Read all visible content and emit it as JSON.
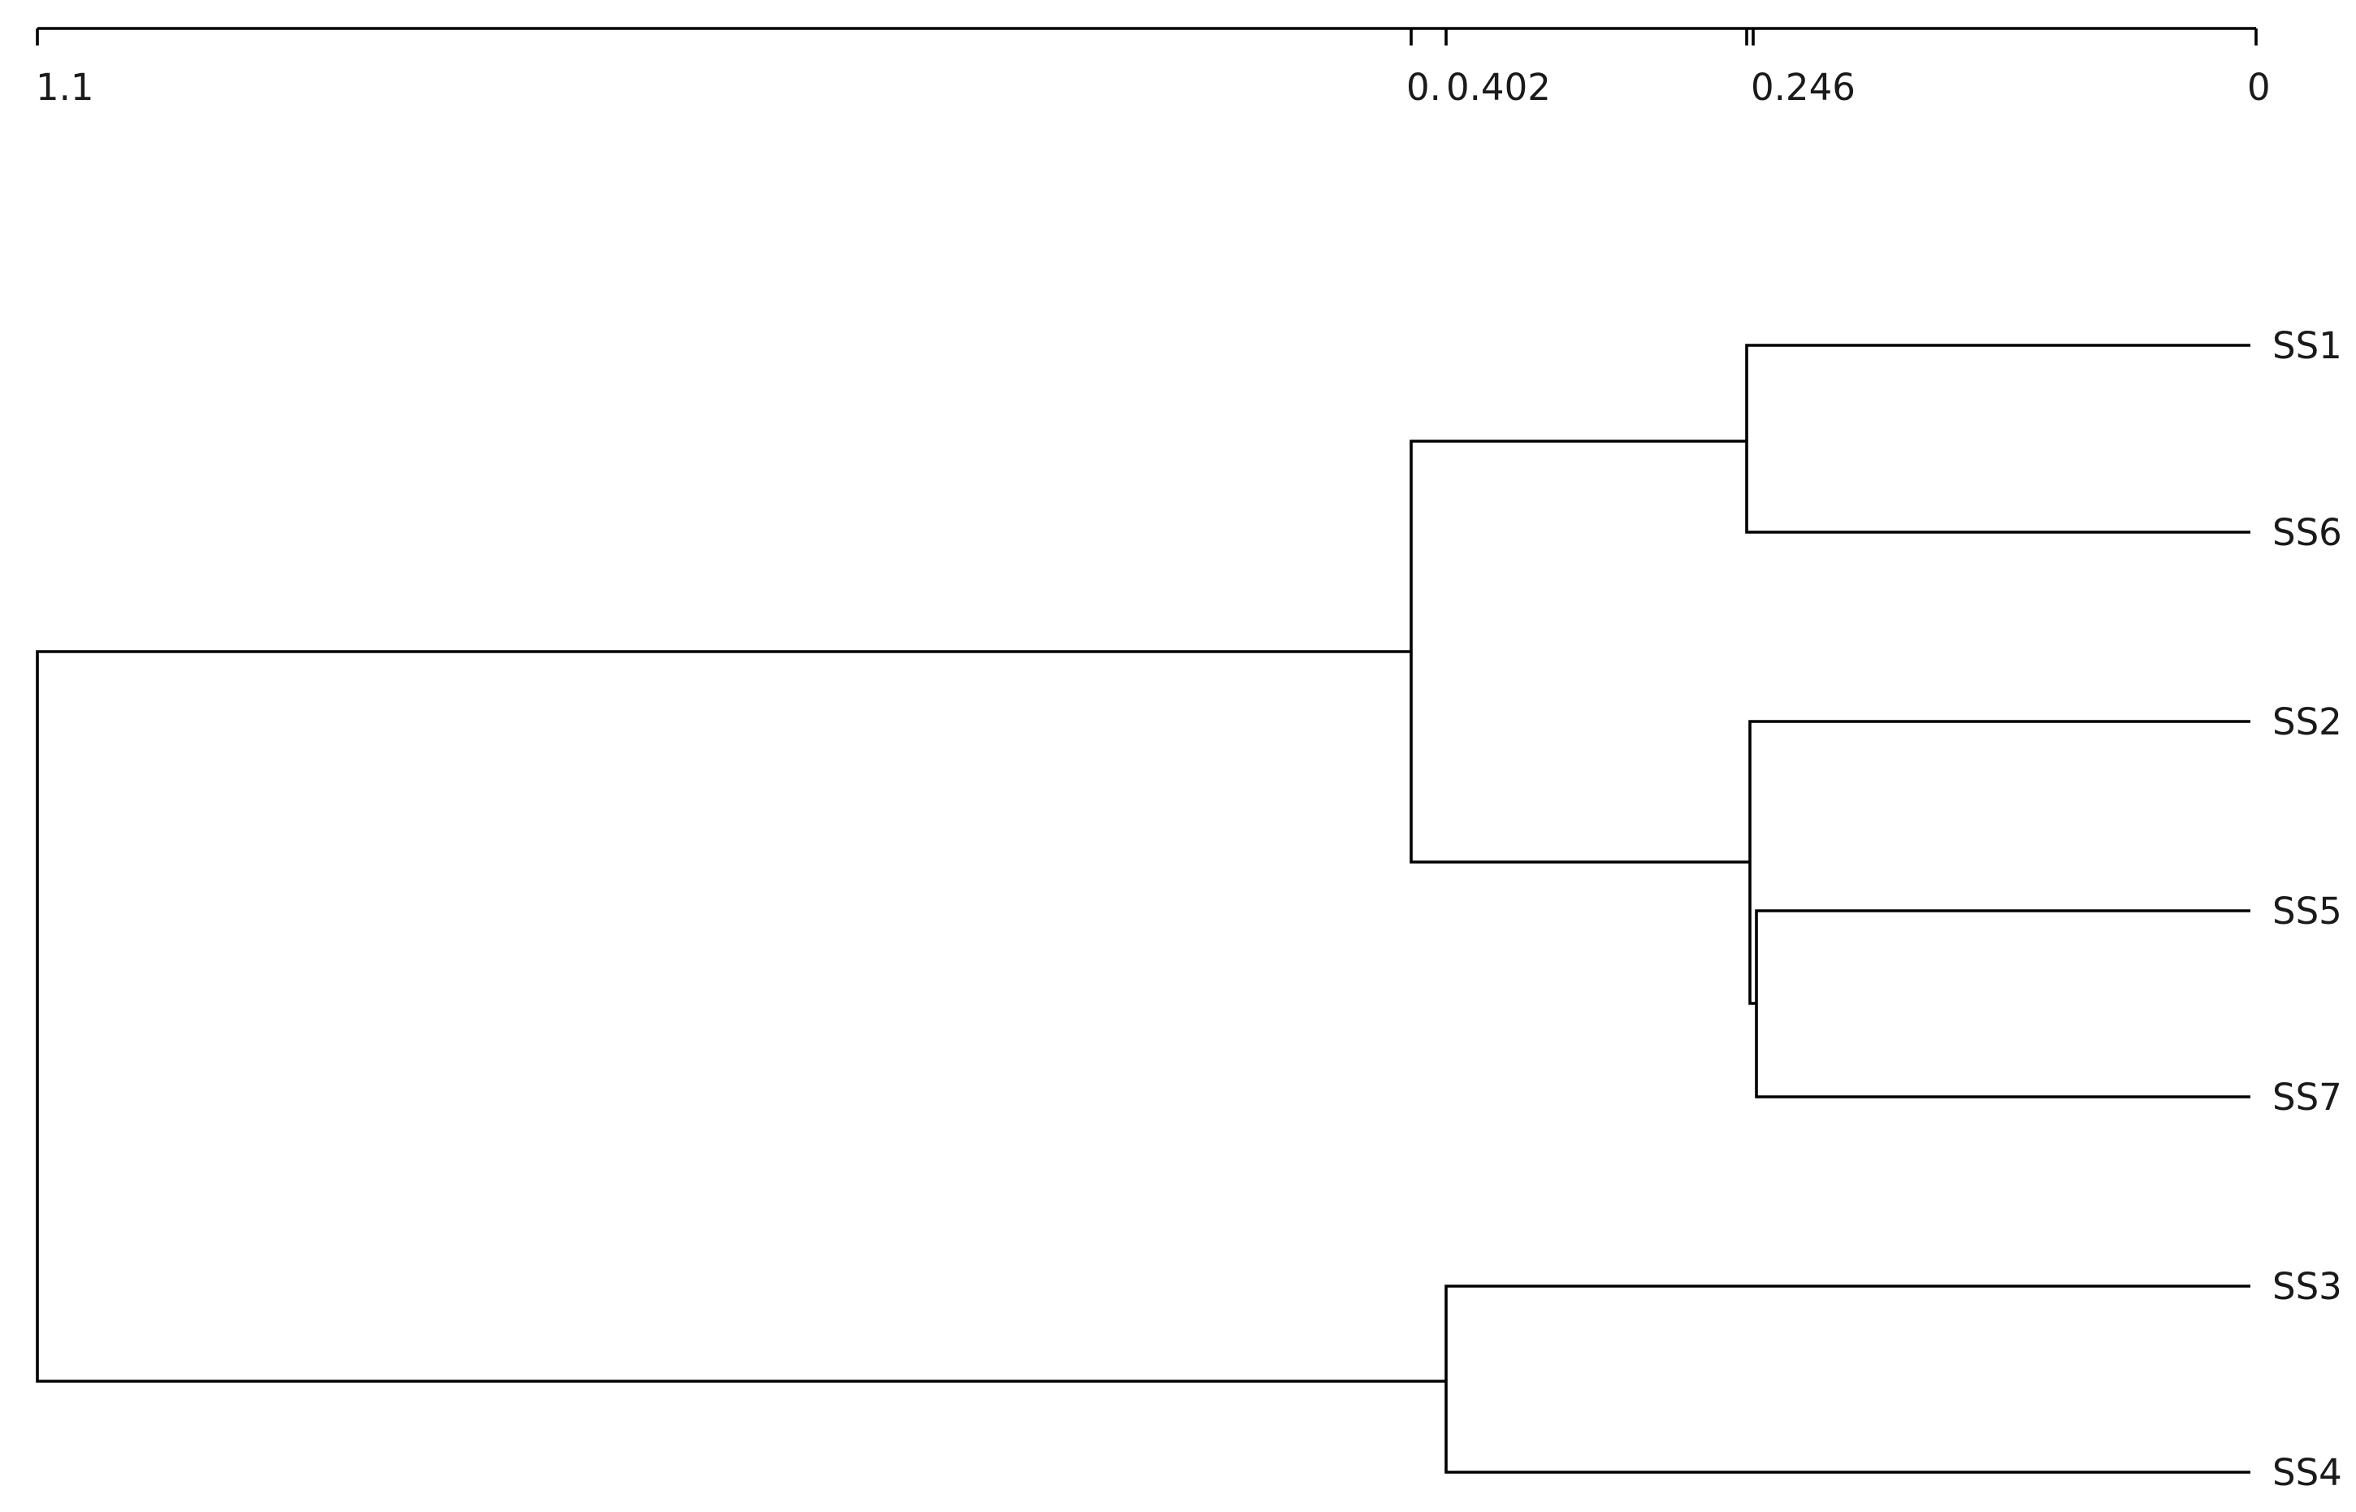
{
  "dendrogram": {
    "axis": {
      "tick_labels": [
        {
          "label": "1.1"
        },
        {
          "label": "0."
        },
        {
          "label": "0.402"
        },
        {
          "label": ""
        },
        {
          "label": "0.246"
        },
        {
          "label": "0"
        }
      ]
    },
    "leaves": [
      {
        "label": "SS1"
      },
      {
        "label": "SS6"
      },
      {
        "label": "SS2"
      },
      {
        "label": "SS5"
      },
      {
        "label": "SS7"
      },
      {
        "label": "SS3"
      },
      {
        "label": "SS4"
      }
    ]
  },
  "colors": {
    "lines": "#000000",
    "text": "#1a1a1a",
    "background": "#ffffff"
  }
}
